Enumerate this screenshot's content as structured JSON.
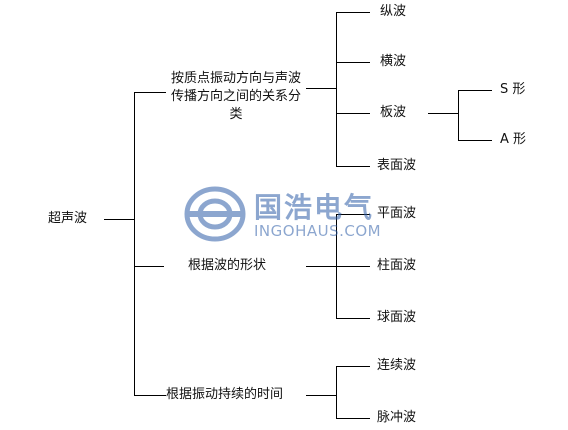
{
  "diagram": {
    "root": "超声波",
    "branches": [
      {
        "label": "按质点振动方向与声波传播方向之间的关系分类",
        "children": [
          {
            "label": "纵波"
          },
          {
            "label": "横波"
          },
          {
            "label": "板波",
            "children": [
              {
                "label": "S 形"
              },
              {
                "label": "A 形"
              }
            ]
          },
          {
            "label": "表面波"
          }
        ]
      },
      {
        "label": "根据波的形状",
        "children": [
          {
            "label": "平面波"
          },
          {
            "label": "柱面波"
          },
          {
            "label": "球面波"
          }
        ]
      },
      {
        "label": "根据振动持续的时间",
        "children": [
          {
            "label": "连续波"
          },
          {
            "label": "脉冲波"
          }
        ]
      }
    ]
  },
  "watermark": {
    "brand_cn": "国浩电气",
    "brand_en": "INGOHAUS.COM",
    "icon": "ingohaus-logo-icon",
    "color": "#2f5fa8"
  }
}
